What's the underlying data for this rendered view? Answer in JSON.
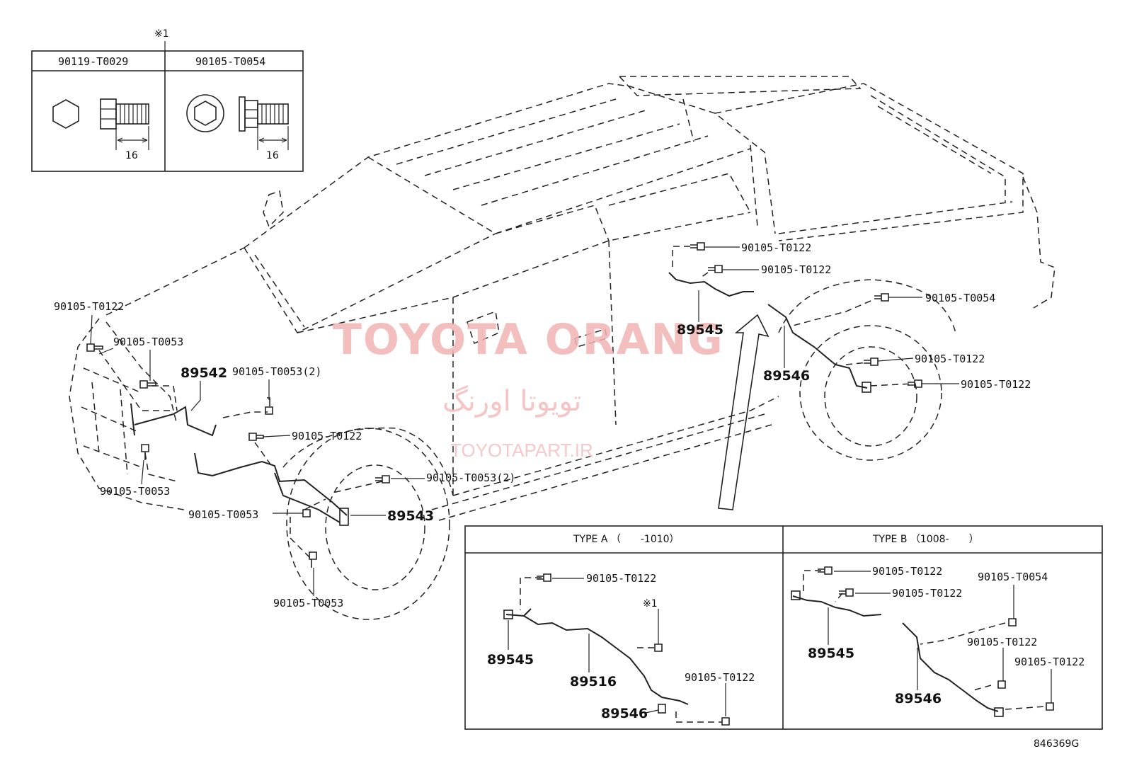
{
  "fastener_table": {
    "note_mark": "※1",
    "col1": {
      "part": "90119-T0029",
      "dim": "16"
    },
    "col2": {
      "part": "90105-T0054",
      "dim": "16"
    }
  },
  "watermark": {
    "brand": "TOYOTA ORANG",
    "persian": "تویوتا اورنگ",
    "site": "TOYOTAPART.IR"
  },
  "main_callouts": {
    "front_left_bolt_top": "90105-T0122",
    "front_left_bolt_upper": "90105-T0053",
    "sensor_front_left": "89542",
    "front_mid_bolt": "90105-T0053(2)",
    "front_clip": "90105-T0122",
    "front_lower_bolt_left": "90105-T0053",
    "wheel_bolt_2": "90105-T0053(2)",
    "wheel_bolt_mid": "90105-T0053",
    "sensor_front_right": "89543",
    "wheel_bolt_low": "90105-T0053",
    "rear_bolt_1": "90105-T0122",
    "rear_bolt_2": "90105-T0122",
    "rear_harness_1": "89545",
    "rear_bolt_3": "90105-T0054",
    "rear_harness_2": "89546",
    "rear_bolt_4": "90105-T0122",
    "rear_bolt_5": "90105-T0122"
  },
  "type_a": {
    "title": "TYPE A （　　-1010）",
    "callouts": {
      "bolt_1": "90105-T0122",
      "note_mark": "※1",
      "harness_1": "89545",
      "harness_2": "89516",
      "bolt_2": "90105-T0122",
      "harness_3": "89546"
    }
  },
  "type_b": {
    "title": "TYPE B （1008-　　）",
    "callouts": {
      "bolt_1": "90105-T0122",
      "bolt_2": "90105-T0122",
      "bolt_3": "90105-T0054",
      "harness_1": "89545",
      "bolt_4": "90105-T0122",
      "bolt_5": "90105-T0122",
      "harness_2": "89546"
    }
  },
  "figure_id": "846369G"
}
